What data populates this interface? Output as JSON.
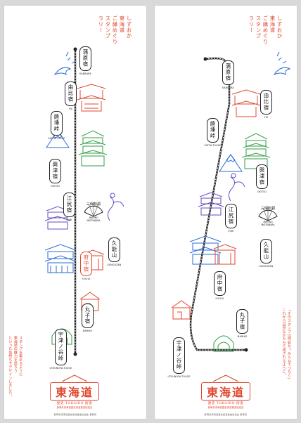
{
  "left": {
    "title": "しずおか\n東海道\nご縁めぐり\nスタンプ\nラリー",
    "note": "スタンプを集めるように\n東海道の魅力を巡ろう\nといった気持ちでデザインしました。",
    "stations": [
      {
        "name": "蒲原宿",
        "romaji": "KANBARA"
      },
      {
        "name": "由比宿",
        "romaji": "YUI"
      },
      {
        "name": "薩埵峠",
        "romaji": "SATTA-TOUGE"
      },
      {
        "name": "興津宿",
        "romaji": "OKITSU"
      },
      {
        "name": "江尻宿",
        "romaji": "EJIRI"
      },
      {
        "name": "久能山",
        "romaji": "KUNOUZAN"
      },
      {
        "name": "府中宿",
        "romaji": "FUCHU"
      },
      {
        "name": "丸子宿",
        "romaji": "MARIKO"
      },
      {
        "name": "宇津ノ谷峠",
        "romaji": "UTSUNOYA-TOUGE"
      }
    ],
    "fan": {
      "title": "三保松原",
      "label": "MIHONO\nMATSUBARA"
    }
  },
  "right": {
    "title": "しずおか\n東海道\nご縁めぐり\nスタンプ\nラリー",
    "note": "「そのスタンプは何処か？みんなでつなぐ」\nこれから自然なかたちで残されるように。",
    "stations": [
      {
        "name": "蒲原宿",
        "romaji": "KANBARA"
      },
      {
        "name": "由比宿",
        "romaji": "YUI"
      },
      {
        "name": "薩埵峠",
        "romaji": "SATTA-TOUGE"
      },
      {
        "name": "興津宿",
        "romaji": "OKITSU"
      },
      {
        "name": "江尻宿",
        "romaji": "EJIRI"
      },
      {
        "name": "久能山",
        "romaji": "KUNOUZAN"
      },
      {
        "name": "府中宿",
        "romaji": "FUCHU"
      },
      {
        "name": "丸子宿",
        "romaji": "MARIKO"
      },
      {
        "name": "宇津ノ谷峠",
        "romaji": "UTSUNOYA-TOUGE"
      }
    ],
    "fan": {
      "title": "三保松原",
      "label": "MIHONO\nMATSUBARA"
    }
  },
  "logo": {
    "main": "東海道",
    "sub1": "歴史 TOKAIDO 街道",
    "sub2": "静岡県東海道歴史街道推進協議会"
  },
  "footer": "静岡県東海道歴史街道推進協議会 事務局",
  "colors": {
    "accent": "#e0472f",
    "blue": "#2a6bd6",
    "green": "#2f9e46",
    "purple": "#6a4bbf",
    "ink": "#222222"
  }
}
